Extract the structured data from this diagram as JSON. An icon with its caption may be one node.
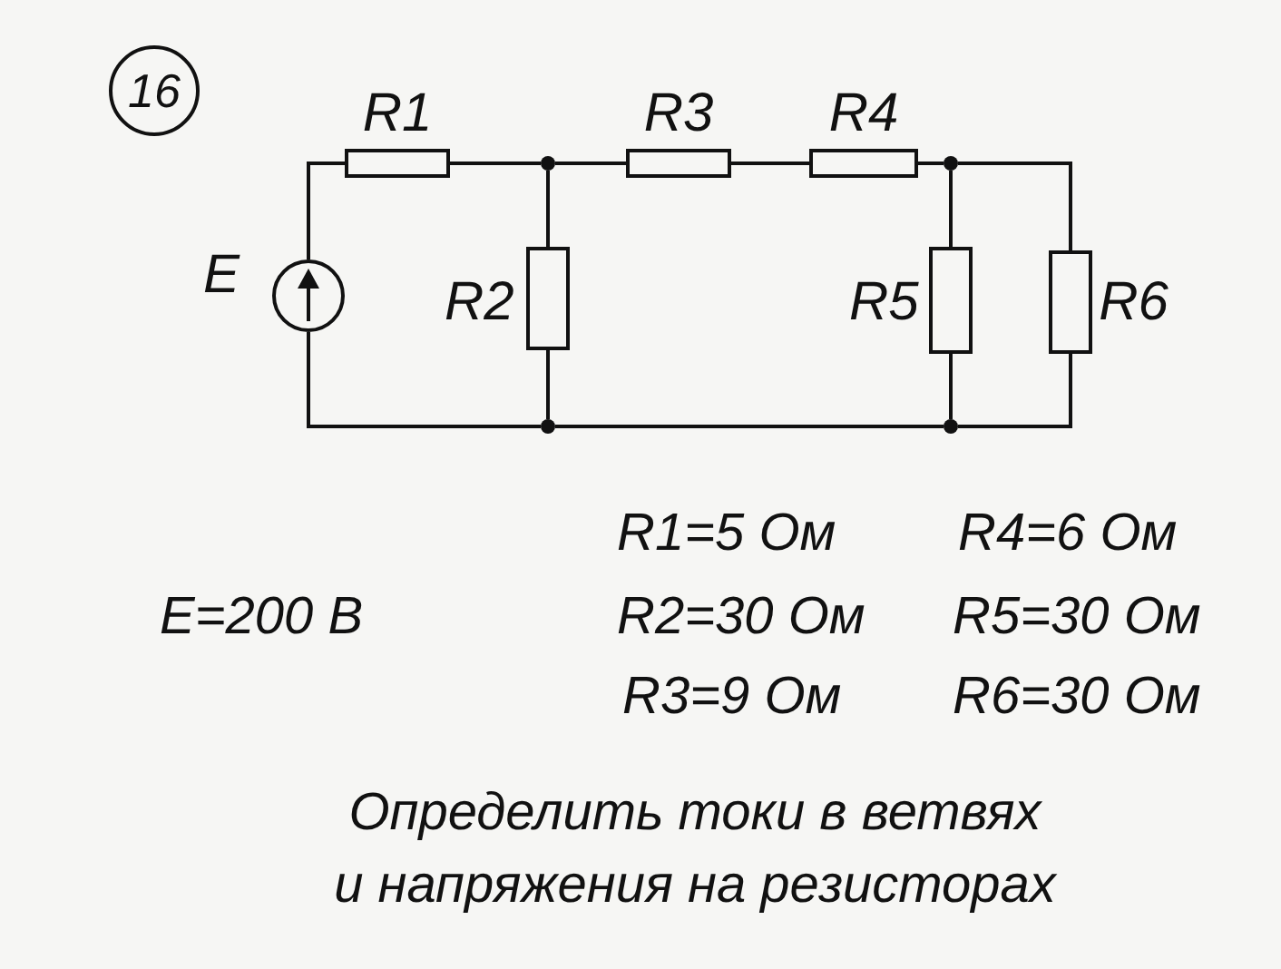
{
  "diagram": {
    "caption": "Определить токи в ветвях и напряжения на резисторах",
    "nodes": [
      {
        "text": [
          "16"
        ]
      },
      {
        "text": [
          "E"
        ]
      },
      {
        "text": [
          "R1"
        ]
      },
      {
        "text": [
          "R2"
        ]
      },
      {
        "text": [
          "R3"
        ]
      },
      {
        "text": [
          "R4"
        ]
      },
      {
        "text": [
          "R5"
        ]
      },
      {
        "text": [
          "R6"
        ]
      },
      {
        "text": [],
        "shape": "circle"
      },
      {
        "text": [],
        "shape": "circle"
      },
      {
        "text": [],
        "shape": "circle"
      },
      {
        "text": [],
        "shape": "circle"
      }
    ],
    "edges": [
      {
        "from": 1,
        "to": 2,
        "arrow": "none"
      },
      {
        "from": 2,
        "to": 8,
        "arrow": "none"
      },
      {
        "from": 8,
        "to": 3,
        "arrow": "none"
      },
      {
        "from": 3,
        "to": 9,
        "arrow": "none"
      },
      {
        "from": 8,
        "to": 4,
        "arrow": "none"
      },
      {
        "from": 4,
        "to": 5,
        "arrow": "none"
      },
      {
        "from": 5,
        "to": 10,
        "arrow": "none"
      },
      {
        "from": 10,
        "to": 6,
        "arrow": "none"
      },
      {
        "from": 6,
        "to": 11,
        "arrow": "none"
      },
      {
        "from": 10,
        "to": 7,
        "arrow": "none"
      },
      {
        "from": 7,
        "to": 11,
        "arrow": "none"
      },
      {
        "from": 11,
        "to": 9,
        "arrow": "none"
      },
      {
        "from": 9,
        "to": 1,
        "arrow": "none"
      }
    ],
    "labels": [
      "R1=5 Ом",
      "R4=6 Ом",
      "E=200 В",
      "R2=30 Ом",
      "R5=30 Ом",
      "R3=9 Ом",
      "R6=30 Ом"
    ]
  }
}
